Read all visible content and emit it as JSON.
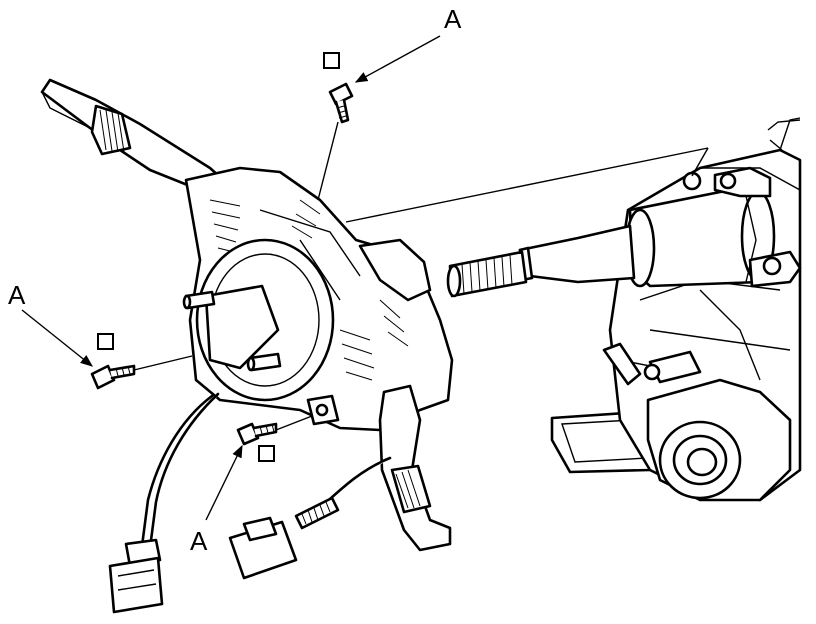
{
  "callouts": {
    "top": "A",
    "left": "A",
    "bottom": "A"
  },
  "icons": [
    "bolt-icon",
    "arrow-icon",
    "checkbox-icon"
  ],
  "colors": {
    "line": "#000000",
    "background": "#ffffff"
  }
}
